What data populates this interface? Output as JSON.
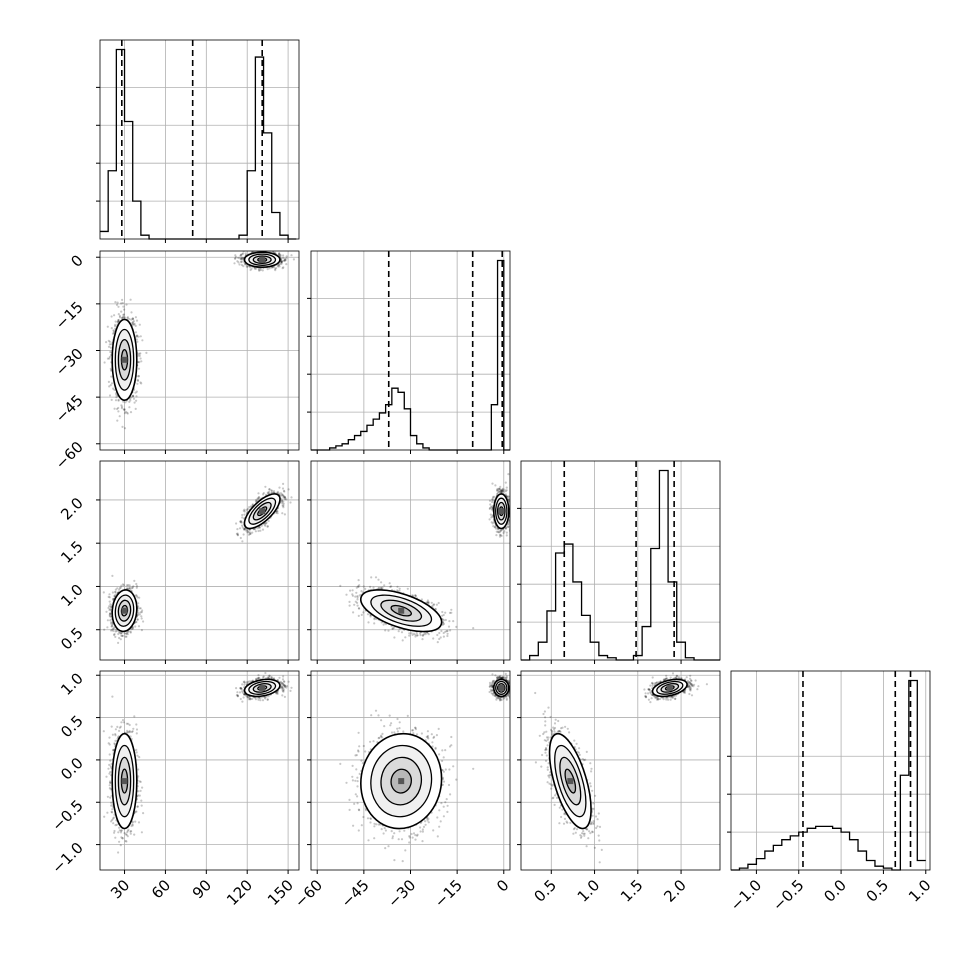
{
  "chart_data": {
    "type": "corner",
    "title": "",
    "parameters": [
      {
        "range": [
          12,
          158
        ],
        "ticks": [
          30,
          60,
          90,
          120,
          150
        ],
        "tick_labels": [
          "30",
          "60",
          "90",
          "120",
          "150"
        ],
        "quantiles": [
          28,
          80,
          131
        ],
        "histogram": {
          "bin_edges": [
            12,
            18,
            24,
            30,
            36,
            42,
            48,
            54,
            60,
            66,
            72,
            78,
            84,
            90,
            96,
            102,
            108,
            114,
            120,
            126,
            132,
            138,
            144,
            150,
            156
          ],
          "counts": [
            0.04,
            0.36,
            1.0,
            0.62,
            0.2,
            0.02,
            0,
            0,
            0,
            0,
            0,
            0,
            0,
            0,
            0,
            0,
            0,
            0.02,
            0.36,
            0.96,
            0.56,
            0.14,
            0.02,
            0
          ],
          "ytick_values": [
            0.2,
            0.4,
            0.6,
            0.8
          ]
        }
      },
      {
        "range": [
          -62,
          2
        ],
        "ticks": [
          -60,
          -45,
          -30,
          -15,
          0
        ],
        "tick_labels": [
          "−60",
          "−45",
          "−30",
          "−15",
          "0"
        ],
        "quantiles": [
          -37,
          -10,
          -0.5
        ],
        "histogram": {
          "bin_edges": [
            -62,
            -60,
            -58,
            -56,
            -54,
            -52,
            -50,
            -48,
            -46,
            -44,
            -42,
            -40,
            -38,
            -36,
            -34,
            -32,
            -30,
            -28,
            -26,
            -24,
            -22,
            -20,
            -18,
            -16,
            -14,
            -12,
            -10,
            -8,
            -6,
            -4,
            -2,
            0,
            2
          ],
          "counts": [
            0,
            0,
            0,
            0.01,
            0.02,
            0.03,
            0.05,
            0.07,
            0.09,
            0.12,
            0.15,
            0.18,
            0.22,
            0.3,
            0.28,
            0.2,
            0.07,
            0.03,
            0.01,
            0,
            0,
            0,
            0,
            0,
            0,
            0,
            0,
            0,
            0,
            0.22,
            0.92,
            0
          ],
          "ytick_values": [
            0.2,
            0.4,
            0.6,
            0.8
          ]
        }
      },
      {
        "range": [
          0.15,
          2.45
        ],
        "ticks": [
          0.5,
          1.0,
          1.5,
          2.0
        ],
        "tick_labels": [
          "0.5",
          "1.0",
          "1.5",
          "2.0"
        ],
        "quantiles": [
          0.65,
          1.48,
          1.92
        ],
        "histogram": {
          "bin_edges": [
            0.15,
            0.25,
            0.35,
            0.45,
            0.55,
            0.65,
            0.75,
            0.85,
            0.95,
            1.05,
            1.15,
            1.25,
            1.35,
            1.45,
            1.55,
            1.65,
            1.75,
            1.85,
            1.95,
            2.05,
            2.15,
            2.25,
            2.35,
            2.45
          ],
          "counts": [
            0,
            0.02,
            0.08,
            0.22,
            0.48,
            0.52,
            0.35,
            0.2,
            0.08,
            0.02,
            0.01,
            0,
            0,
            0.02,
            0.15,
            0.5,
            0.85,
            0.35,
            0.08,
            0.01,
            0,
            0,
            0
          ],
          "ytick_values": [
            0.2,
            0.4,
            0.6,
            0.8
          ]
        }
      },
      {
        "range": [
          -1.3,
          1.05
        ],
        "ticks": [
          -1.0,
          -0.5,
          0.0,
          0.5,
          1.0
        ],
        "tick_labels": [
          "−1.0",
          "−0.5",
          "0.0",
          "0.5",
          "1.0"
        ],
        "quantiles": [
          -0.45,
          0.64,
          0.82
        ],
        "histogram": {
          "bin_edges": [
            -1.3,
            -1.2,
            -1.1,
            -1.0,
            -0.9,
            -0.8,
            -0.7,
            -0.6,
            -0.5,
            -0.4,
            -0.3,
            -0.2,
            -0.1,
            0.0,
            0.1,
            0.2,
            0.3,
            0.4,
            0.5,
            0.6,
            0.7,
            0.8,
            0.9,
            1.0
          ],
          "counts": [
            0,
            0.01,
            0.03,
            0.06,
            0.1,
            0.13,
            0.16,
            0.18,
            0.2,
            0.22,
            0.23,
            0.23,
            0.22,
            0.2,
            0.16,
            0.1,
            0.05,
            0.02,
            0.01,
            0,
            0.5,
            1.0,
            0.05
          ],
          "ytick_values": [
            0.2,
            0.4,
            0.6
          ]
        }
      }
    ],
    "modes": [
      {
        "weight": 0.5,
        "mean": [
          30,
          -33,
          0.72,
          -0.25
        ],
        "sd": [
          4.5,
          6.5,
          0.12,
          0.28
        ]
      },
      {
        "weight": 0.5,
        "mean": [
          131,
          -0.8,
          1.87,
          0.85
        ],
        "sd": [
          6.5,
          1.2,
          0.1,
          0.05
        ]
      }
    ],
    "pair_correlations": {
      "0-1": [
        0,
        0
      ],
      "0-2": [
        0.1,
        0.7
      ],
      "0-3": [
        0,
        0.3
      ],
      "1-2": [
        -0.55,
        0
      ],
      "1-3": [
        0.05,
        0
      ],
      "2-3": [
        -0.6,
        0.4
      ]
    },
    "grid": true
  }
}
